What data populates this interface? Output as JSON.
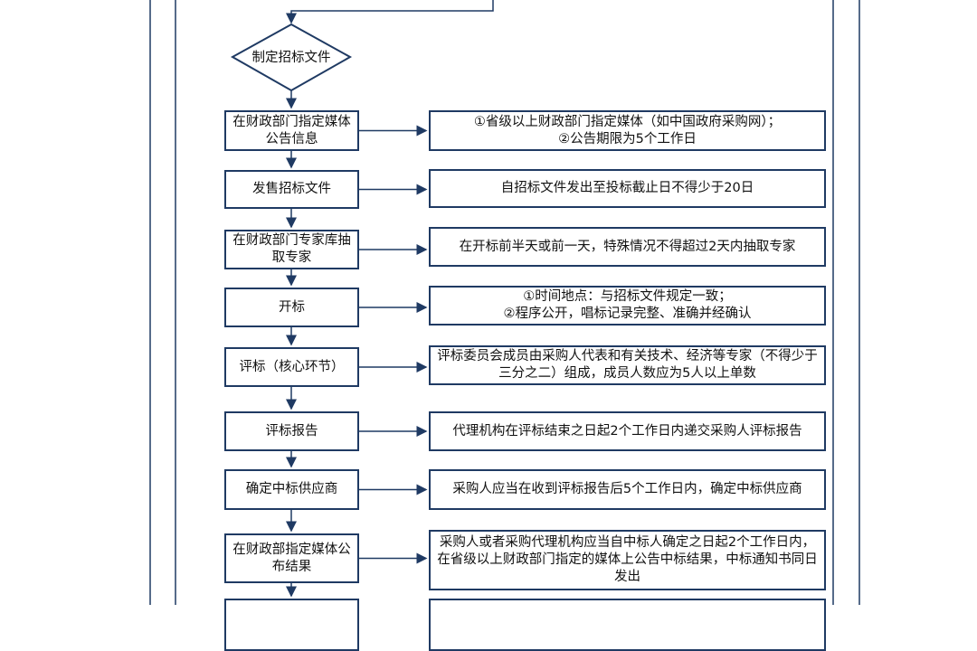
{
  "diagram": {
    "line_color": "#1f3a63",
    "decision": "制定招标文件",
    "steps": [
      {
        "label": "在财政部门指定媒体公告信息",
        "note": "①省级以上财政部门指定媒体（如中国政府采购网）；\n②公告期限为5个工作日"
      },
      {
        "label": "发售招标文件",
        "note": "自招标文件发出至投标截止日不得少于20日"
      },
      {
        "label": "在财政部门专家库抽取专家",
        "note": "在开标前半天或前一天，特殊情况不得超过2天内抽取专家"
      },
      {
        "label": "开标",
        "note": "①时间地点：与招标文件规定一致；\n②程序公开，唱标记录完整、准确并经确认"
      },
      {
        "label": "评标（核心环节）",
        "note": "评标委员会成员由采购人代表和有关技术、经济等专家（不得少于三分之二）组成，成员人数应为5人以上单数"
      },
      {
        "label": "评标报告",
        "note": "代理机构在评标结束之日起2个工作日内递交采购人评标报告"
      },
      {
        "label": "确定中标供应商",
        "note": "采购人应当在收到评标报告后5个工作日内，确定中标供应商"
      },
      {
        "label": "在财政部指定媒体公布结果",
        "note": "采购人或者采购代理机构应当自中标人确定之日起2个工作日内，在省级以上财政部门指定的媒体上公告中标结果，中标通知书同日发出"
      }
    ]
  }
}
